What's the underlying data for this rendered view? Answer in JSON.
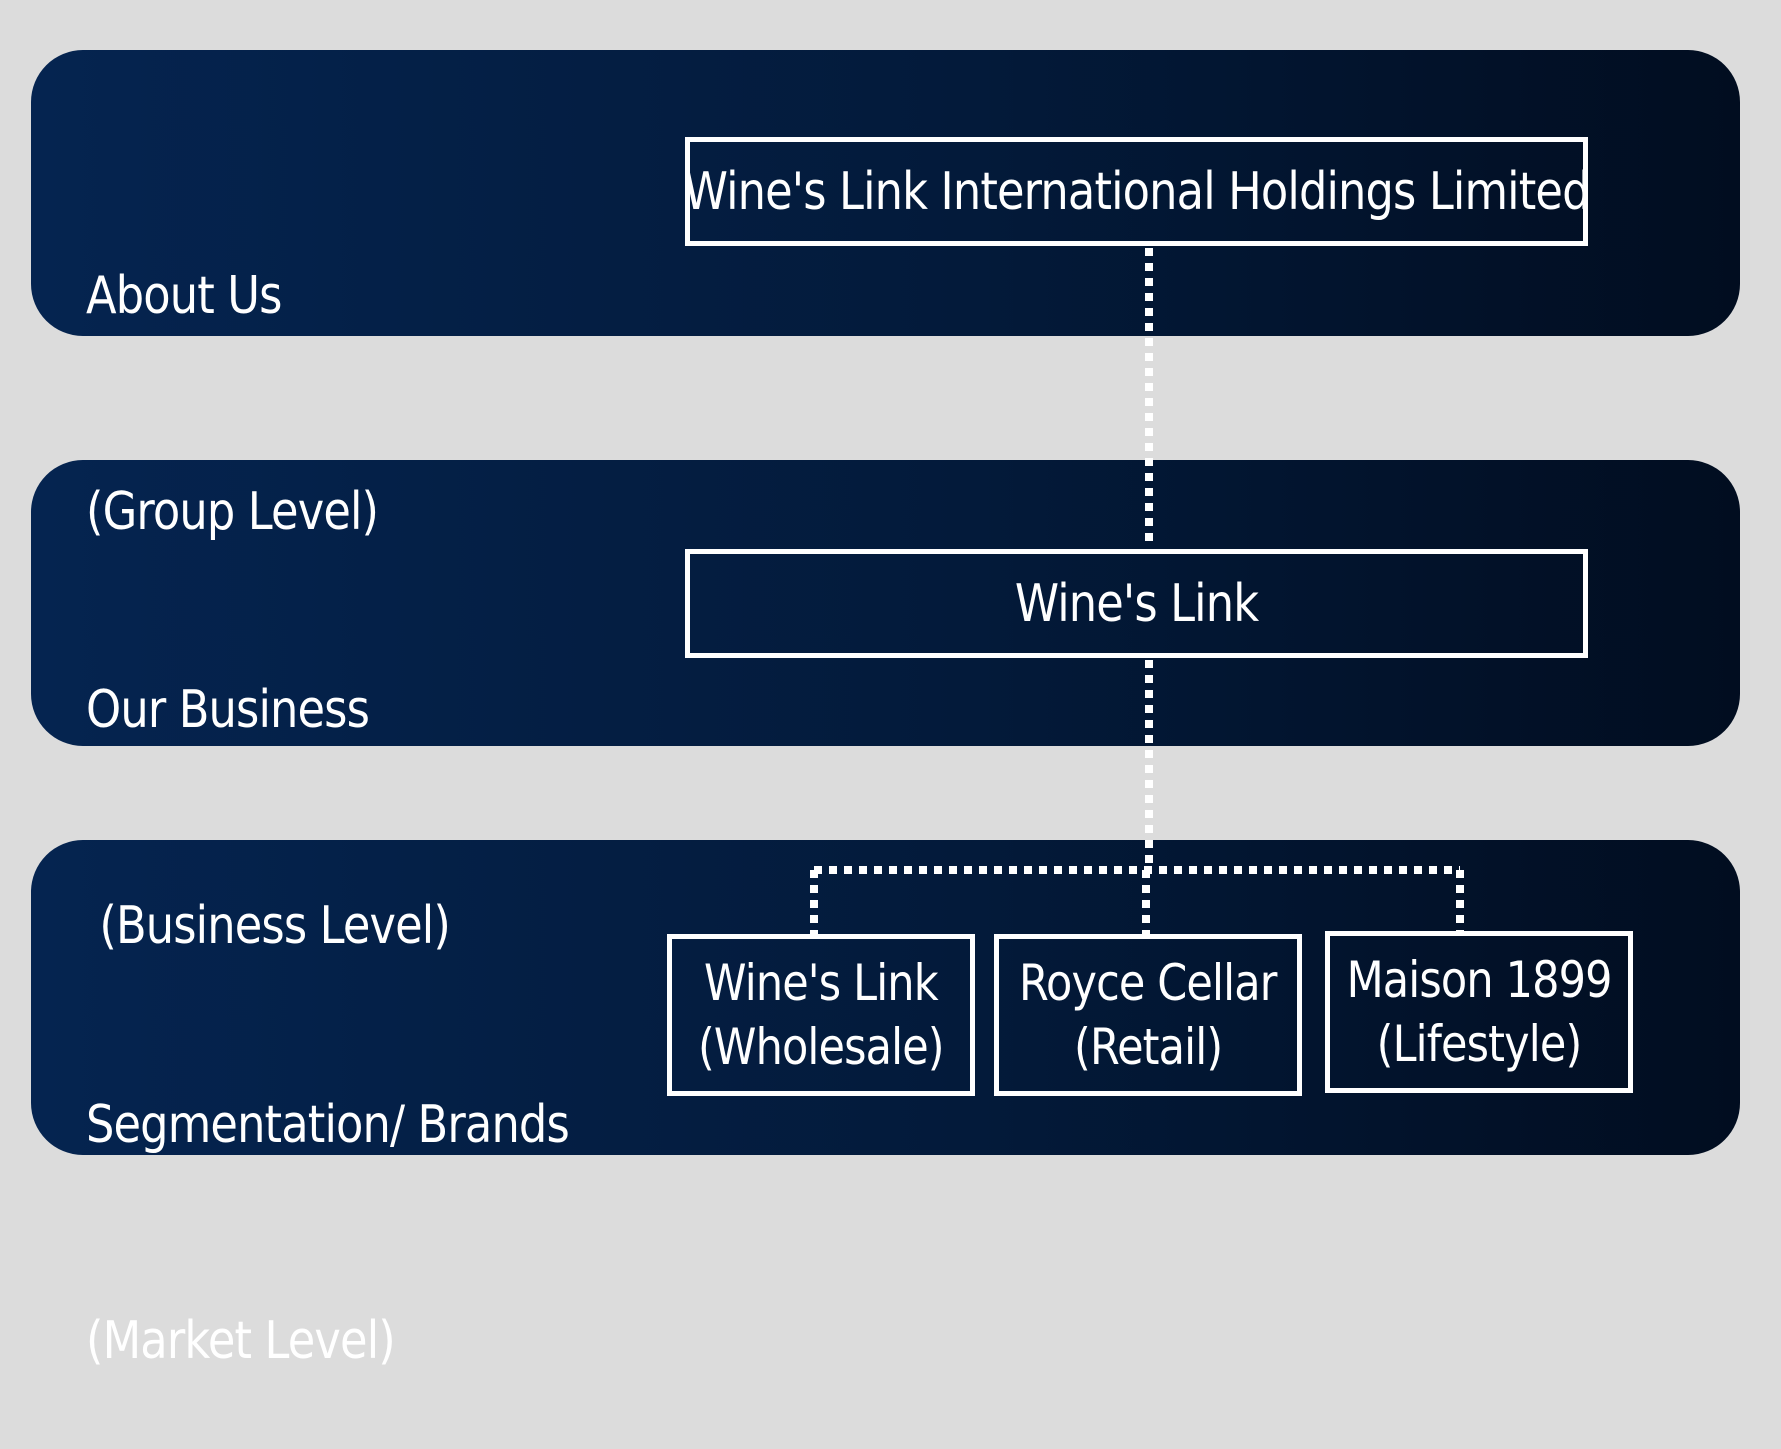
{
  "diagram": {
    "levels": [
      {
        "title": "About Us",
        "subtitle": "(Group Level)"
      },
      {
        "title": "Our Business",
        "subtitle": " (Business Level)"
      },
      {
        "title": "Segmentation/ Brands",
        "subtitle": "(Market Level)"
      }
    ],
    "nodes": {
      "holding": "Wine's Link International Holdings Limited",
      "business": "Wine's Link",
      "wholesale": {
        "name": "Wine's Link",
        "segment": "(Wholesale)"
      },
      "retail": {
        "name": "Royce Cellar",
        "segment": "(Retail)"
      },
      "lifestyle": {
        "name": "Maison 1899",
        "segment": "(Lifestyle)"
      }
    },
    "colors": {
      "background": "#dcdcdc",
      "band_start": "#052450",
      "band_end": "#010d20",
      "foreground": "#ffffff"
    }
  }
}
